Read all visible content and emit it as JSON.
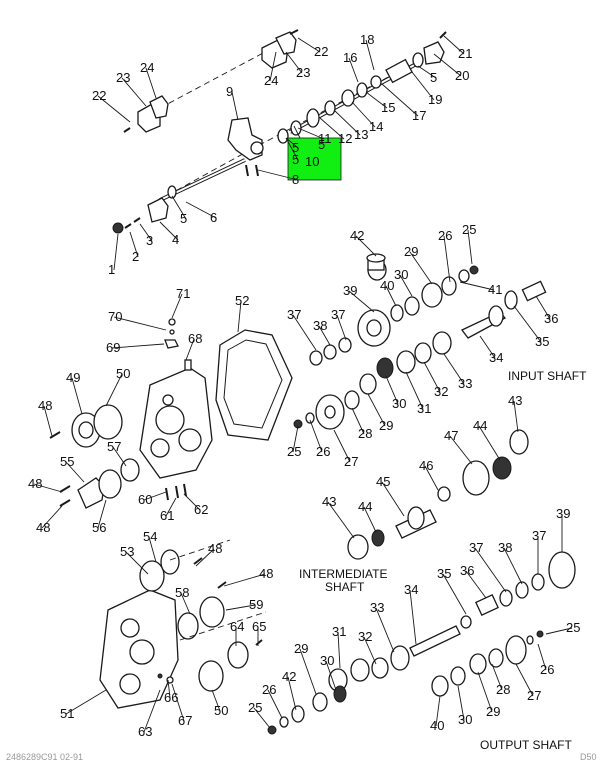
{
  "section_labels": {
    "input_shaft": "INPUT SHAFT",
    "intermediate_shaft_line1": "INTERMEDIATE",
    "intermediate_shaft_line2": "SHAFT",
    "output_shaft": "OUTPUT SHAFT"
  },
  "highlight": {
    "color": "#11ee11",
    "labels": [
      "5",
      "10"
    ]
  },
  "callouts": [
    "22",
    "24",
    "23",
    "21",
    "18",
    "16",
    "5",
    "20",
    "23",
    "24",
    "9",
    "22",
    "19",
    "17",
    "15",
    "14",
    "13",
    "12",
    "11",
    "5",
    "5",
    "8",
    "6",
    "5",
    "4",
    "3",
    "2",
    "1",
    "42",
    "29",
    "26",
    "25",
    "40",
    "30",
    "41",
    "39",
    "36",
    "37",
    "38",
    "37",
    "35",
    "34",
    "INPUT",
    "30",
    "31",
    "32",
    "33",
    "28",
    "29",
    "27",
    "26",
    "25",
    "43",
    "70",
    "71",
    "52",
    "68",
    "69",
    "49",
    "50",
    "48",
    "57",
    "55",
    "48",
    "48",
    "56",
    "60",
    "61",
    "62",
    "47",
    "44",
    "46",
    "45",
    "43",
    "44",
    "39",
    "37",
    "38",
    "37",
    "36",
    "35",
    "34",
    "33",
    "54",
    "53",
    "48",
    "48",
    "58",
    "59",
    "65",
    "64",
    "50",
    "51",
    "63",
    "66",
    "67",
    "32",
    "31",
    "29",
    "30",
    "42",
    "26",
    "25",
    "28",
    "27",
    "26",
    "25",
    "40",
    "30",
    "29"
  ],
  "footer": {
    "left": "2486289C91 02-91",
    "right": "D50"
  }
}
